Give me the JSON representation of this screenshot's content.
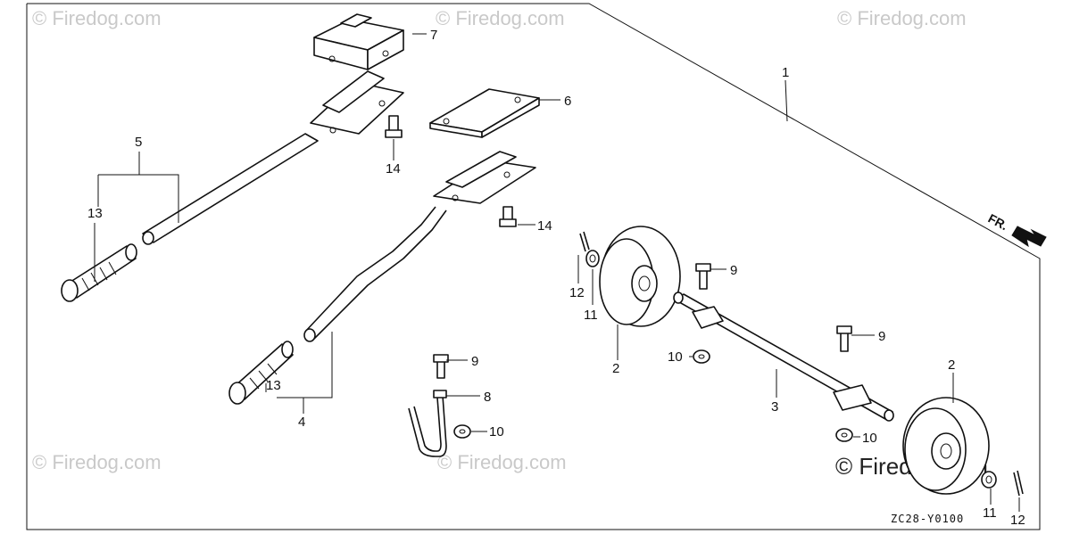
{
  "callouts": {
    "c1": "1",
    "c2a": "2",
    "c2b": "2",
    "c3": "3",
    "c4": "4",
    "c5": "5",
    "c6": "6",
    "c7": "7",
    "c8": "8",
    "c9a": "9",
    "c9b": "9",
    "c9c": "9",
    "c10a": "10",
    "c10b": "10",
    "c10c": "10",
    "c11a": "11",
    "c11b": "11",
    "c12a": "12",
    "c12b": "12",
    "c13a": "13",
    "c13b": "13",
    "c14a": "14",
    "c14b": "14"
  },
  "direction_marker": "FR.",
  "diagram_code": "ZC28-Y0100",
  "watermarks": {
    "wm1": "© Firedog.com",
    "wm2": "© Firedog.com",
    "wm3": "© Firedog.com",
    "wm4": "© Firedog.com",
    "wm5": "© Firedog.com",
    "wm6": "© Firedog.com"
  }
}
